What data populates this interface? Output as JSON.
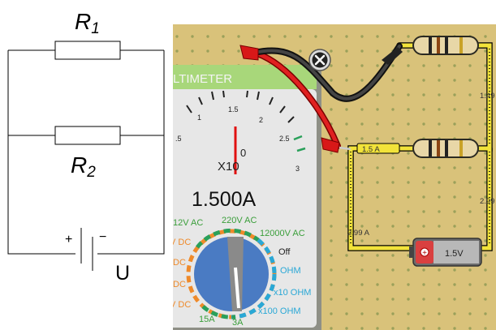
{
  "schematic": {
    "r1_symbol": "R",
    "r1_sub": "1",
    "r2_symbol": "R",
    "r2_sub": "2",
    "plus_sign": "+",
    "minus_sign": "−",
    "voltage_label": "U"
  },
  "simulator": {
    "board_color": "#d9c27a",
    "wire_color": "#f2e33a",
    "labels": {
      "upper_right": "1.49",
      "mid_right": "2.99",
      "left_current": "2.99 A",
      "ammeter_tag": "1.5 A"
    },
    "battery": {
      "label": "1.5V"
    }
  },
  "multimeter": {
    "title": "LTIMETER",
    "reading": "1.500A",
    "multiplier": "X10",
    "needle_zero": "0",
    "scale_ticks": [
      "1",
      "1.5",
      "2",
      "2.5",
      "3"
    ],
    "left_edge_tick": ".5",
    "ranges": {
      "v12ac": "12V AC",
      "v220ac": "220V AC",
      "v12000ac": "12000V AC",
      "off": "Off",
      "ohm": "OHM",
      "x10ohm": "x10 OHM",
      "x100ohm": "x100 OHM",
      "a15": "15A",
      "a3": "3A",
      "vdc1": "V DC",
      "dc2": "DC",
      "dc3": "DC",
      "vdc4": "V DC"
    }
  }
}
